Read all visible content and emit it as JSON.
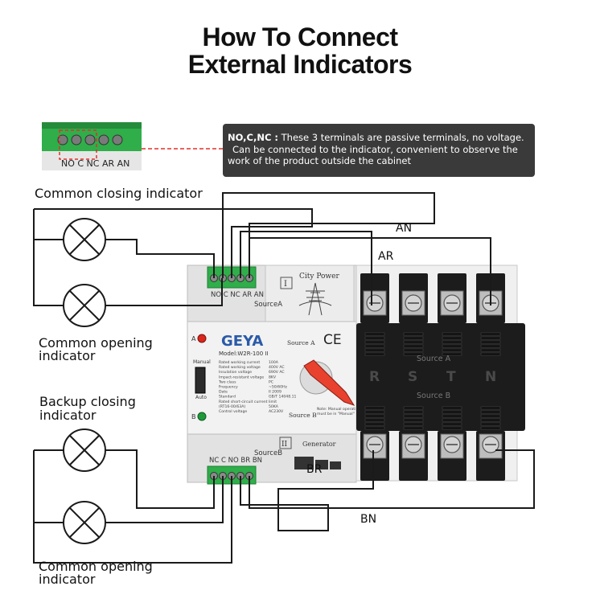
{
  "title": {
    "line1": "How To Connect",
    "line2": "External Indicators"
  },
  "callout": {
    "heading": "NO,C,NC :",
    "text1": " These 3 terminals are passive terminals, no voltage.",
    "text2": "Can be connected to the indicator, convenient to observe the",
    "text3": "work of the product outside the cabinet"
  },
  "top_terminal_label": "NO C NC AR AN",
  "labels": {
    "common_closing": "Common closing indicator",
    "common_opening_top_1": "Common opening",
    "common_opening_top_2": "indicator",
    "backup_closing_1": "Backup closing",
    "backup_closing_2": "indicator",
    "common_opening_bottom_1": "Common opening",
    "common_opening_bottom_2": "indicator"
  },
  "wires": {
    "an": "AN",
    "ar": "AR",
    "br": "BR",
    "bn": "BN"
  },
  "device": {
    "top_terminals": "NO C NC AR AN",
    "sourceA": "SourceA",
    "sourceB": "SourceB",
    "bottom_terminals": "NC C NO BR BN",
    "roman1": "I",
    "roman2": "II",
    "city_power": "City Power",
    "generator": "Generator",
    "brand": "GEYA",
    "model": "Model:W2R-100  II",
    "source_a_small": "Source A",
    "source_b_small": "Source B",
    "ce": "CE",
    "manual": "Manual",
    "auto": "Auto",
    "a_led": "A",
    "b_led": "B",
    "phases": [
      "R",
      "S",
      "T",
      "N"
    ],
    "source_a_block": "Source A",
    "source_b_block": "Source B",
    "specs": [
      [
        "Rated working current",
        "100A"
      ],
      [
        "Rated working voltage",
        "400V AC"
      ],
      [
        "Insulation voltage",
        "690V AC"
      ],
      [
        "Impact-resistant voltage",
        "8KV"
      ],
      [
        "Two class",
        "PC"
      ],
      [
        "Frequency",
        "~50/60Hz"
      ],
      [
        "Date",
        "II 2009"
      ],
      [
        "Standard",
        "GB/T 14048.11"
      ],
      [
        "Rated short-circuit current limit",
        ""
      ],
      [
        "(RT16-00/63A)",
        "50KA"
      ],
      [
        "Control voltage",
        "AC230V"
      ]
    ],
    "note": "Note: Manual operation must be in \"Manual\" position"
  },
  "colors": {
    "terminal_green": "#2fae4a",
    "wire": "#1a1a1a",
    "red_dashed": "#e0302a",
    "callout_bg": "#3a3a3a",
    "handle_red": "#e8422e",
    "led_red": "#d9271c",
    "led_green": "#1f9a3a",
    "device_body": "#e9e9e9",
    "block_black": "#1c1c1c"
  }
}
